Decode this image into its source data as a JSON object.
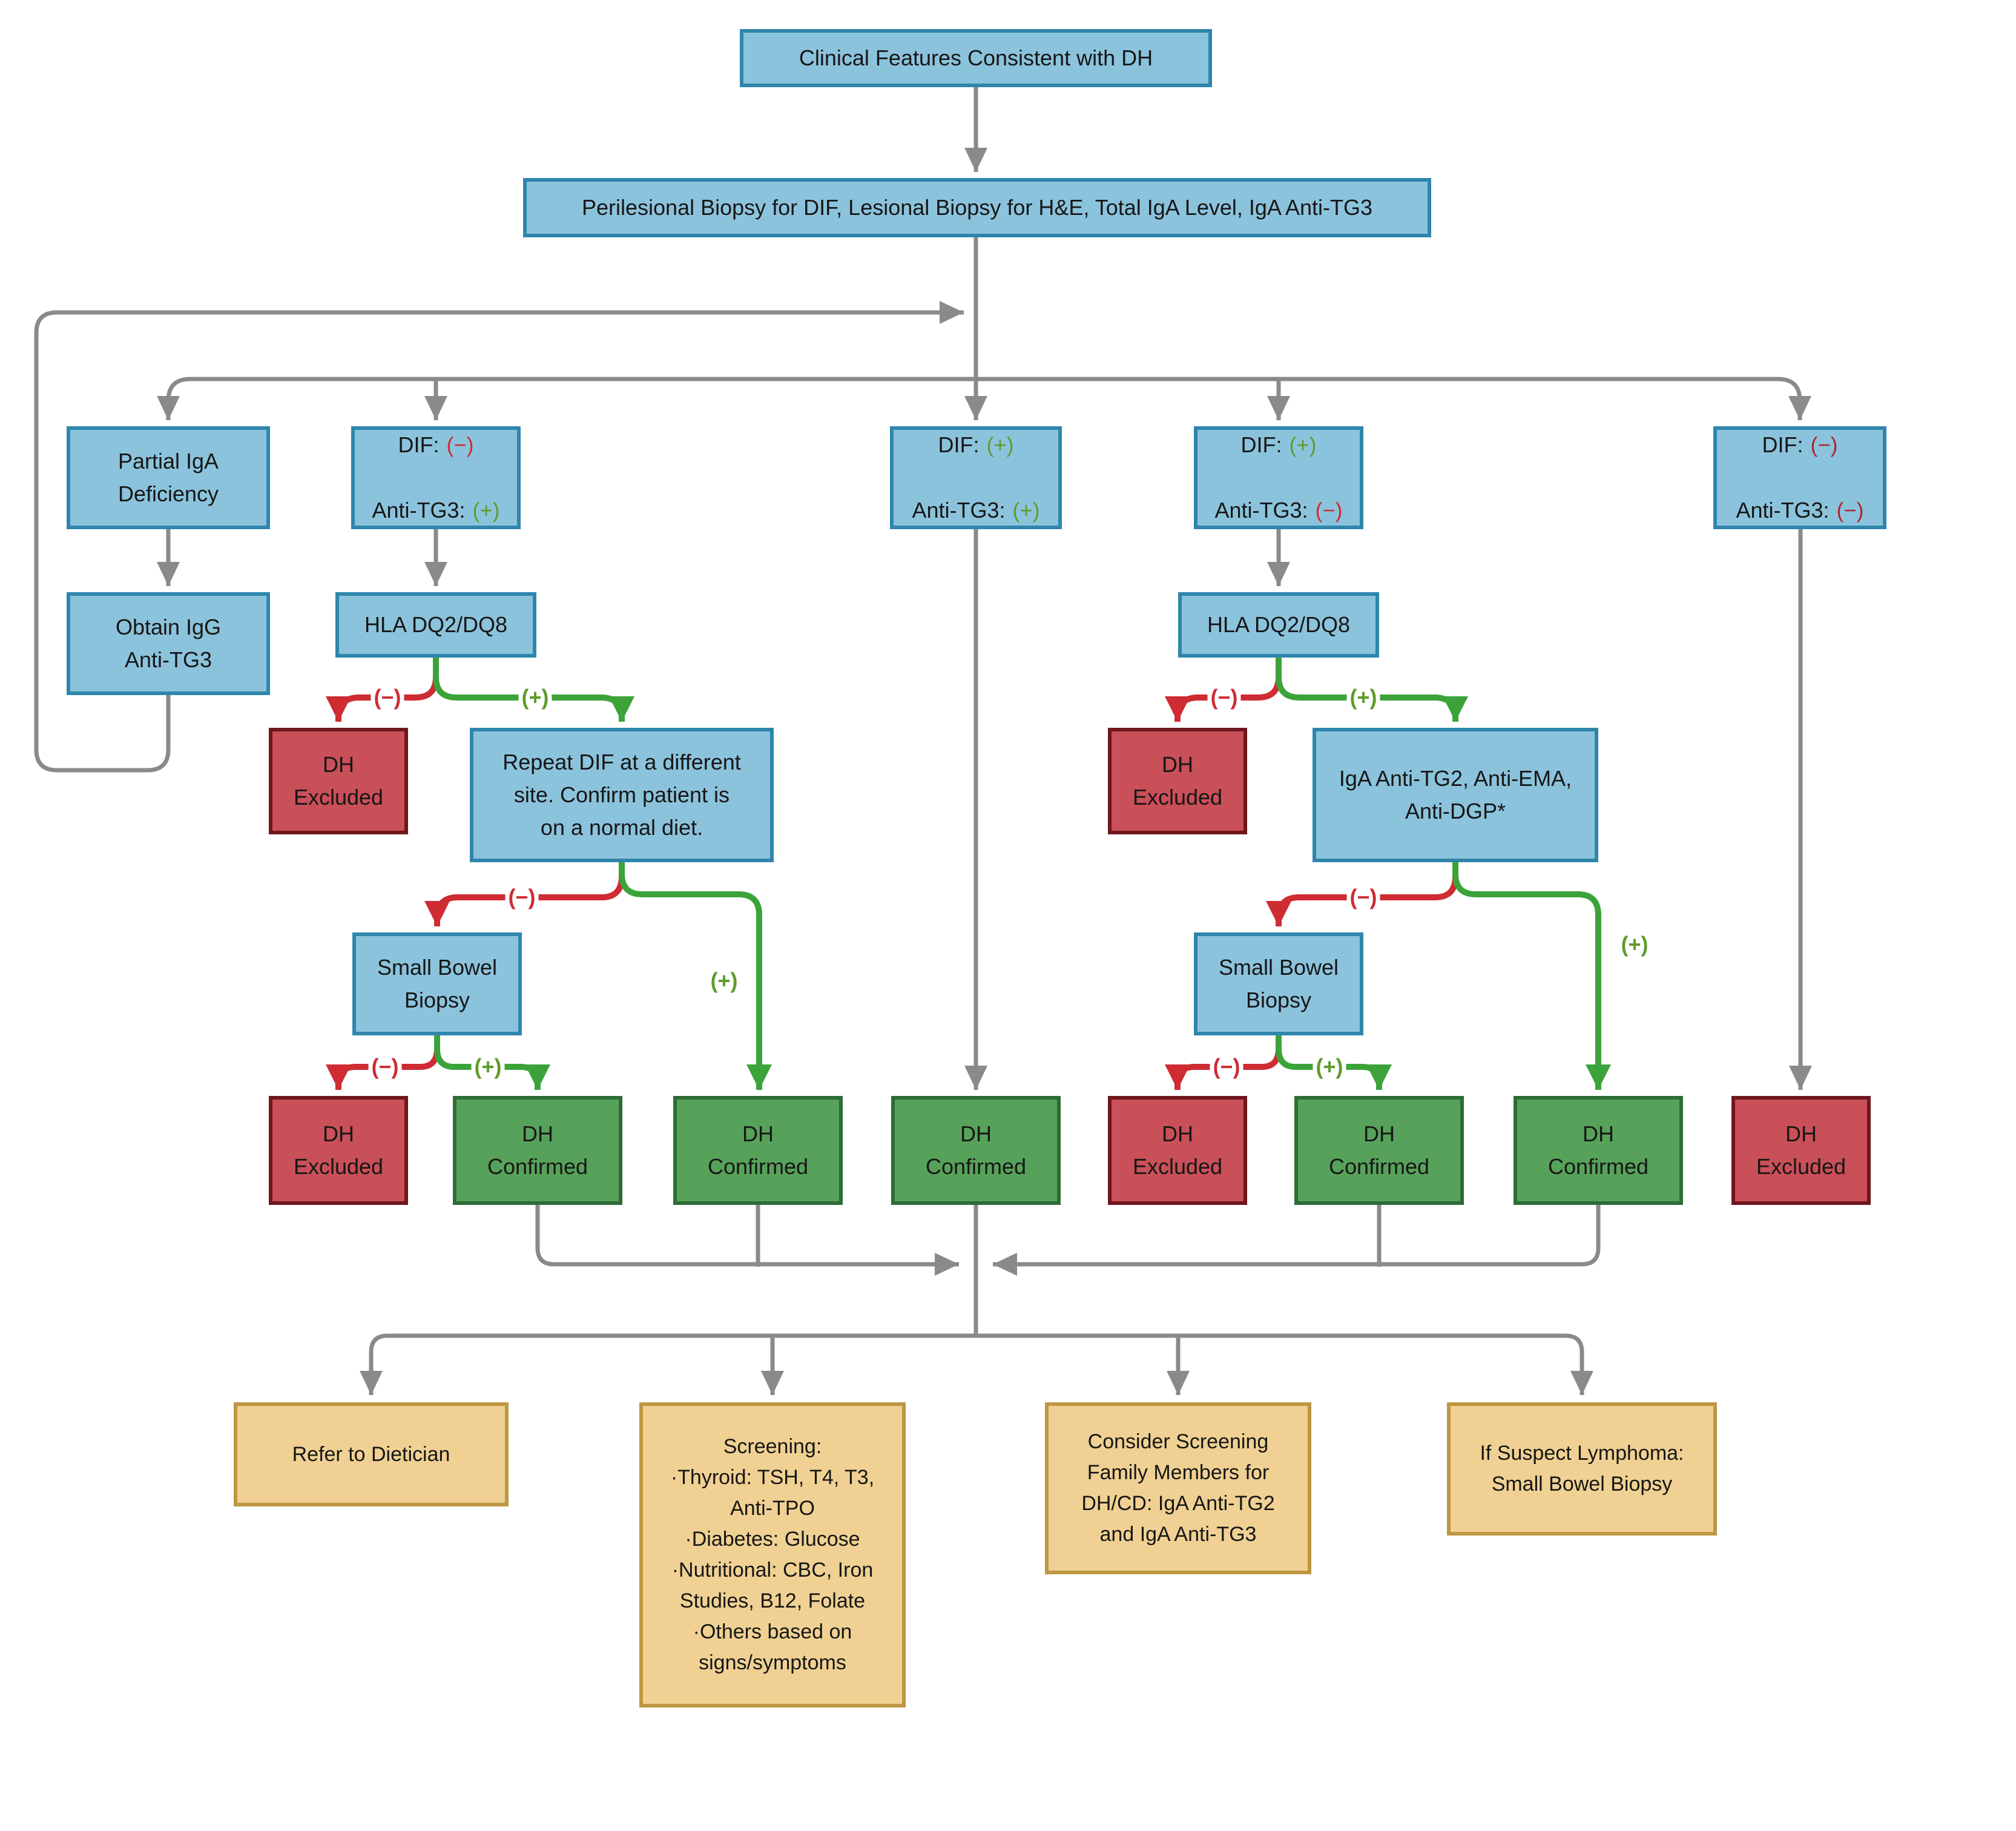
{
  "palette": {
    "node_blue_fill": "#8cc3dc",
    "node_blue_border": "#2f86ac",
    "node_red_fill": "#c94f58",
    "node_red_border": "#6e171d",
    "node_green_fill": "#57a25b",
    "node_green_border": "#2d6c36",
    "node_yellow_fill": "#f0d193",
    "node_yellow_border": "#bd9743",
    "connector_gray": "#8a8a8a",
    "connector_negative": "#ce2b33",
    "connector_positive": "#3ca33a",
    "negative_text": "#ce2b33",
    "negative_text_dark": "#a8272f",
    "positive_text": "#5f9b2d",
    "text": "#161616"
  },
  "edge_labels": {
    "negative": "(−)",
    "positive": "(+)"
  },
  "results": {
    "excluded": "DH\nExcluded",
    "confirmed": "DH\nConfirmed"
  },
  "nodes": {
    "title": "Clinical Features Consistent with DH",
    "workup": "Perilesional Biopsy for DIF, Lesional Biopsy for H&E, Total IgA Level, IgA Anti-TG3",
    "partial_iga": "Partial IgA\nDeficiency",
    "obtain_igg": "Obtain IgG\nAnti-TG3",
    "dif_neg_tg3_pos": {
      "l1": "DIF:",
      "l1v": "(−)",
      "l2": "Anti-TG3:",
      "l2v": "(+)"
    },
    "dif_pos_tg3_pos": {
      "l1": "DIF:",
      "l1v": "(+)",
      "l2": "Anti-TG3:",
      "l2v": "(+)"
    },
    "dif_pos_tg3_neg": {
      "l1": "DIF:",
      "l1v": "(+)",
      "l2": "Anti-TG3:",
      "l2v": "(−)"
    },
    "dif_neg_tg3_neg": {
      "l1": "DIF:",
      "l1v": "(−)",
      "l2": "Anti-TG3:",
      "l2v": "(−)"
    },
    "hla": "HLA DQ2/DQ8",
    "repeat_dif": "Repeat DIF at a different\nsite. Confirm patient is\non a normal diet.",
    "iga_panel": "IgA Anti-TG2, Anti-EMA,\nAnti-DGP*",
    "small_bowel_biopsy": "Small Bowel\nBiopsy",
    "refer_dietician": "Refer to Dietician",
    "screening": "Screening:\n·Thyroid: TSH, T4, T3,\nAnti-TPO\n·Diabetes: Glucose\n·Nutritional: CBC, Iron\nStudies, B12, Folate\n·Others based on\nsigns/symptoms",
    "family_screening": "Consider Screening\nFamily Members for\nDH/CD: IgA Anti-TG2\nand IgA Anti-TG3",
    "lymphoma": "If Suspect Lymphoma:\nSmall Bowel Biopsy"
  }
}
